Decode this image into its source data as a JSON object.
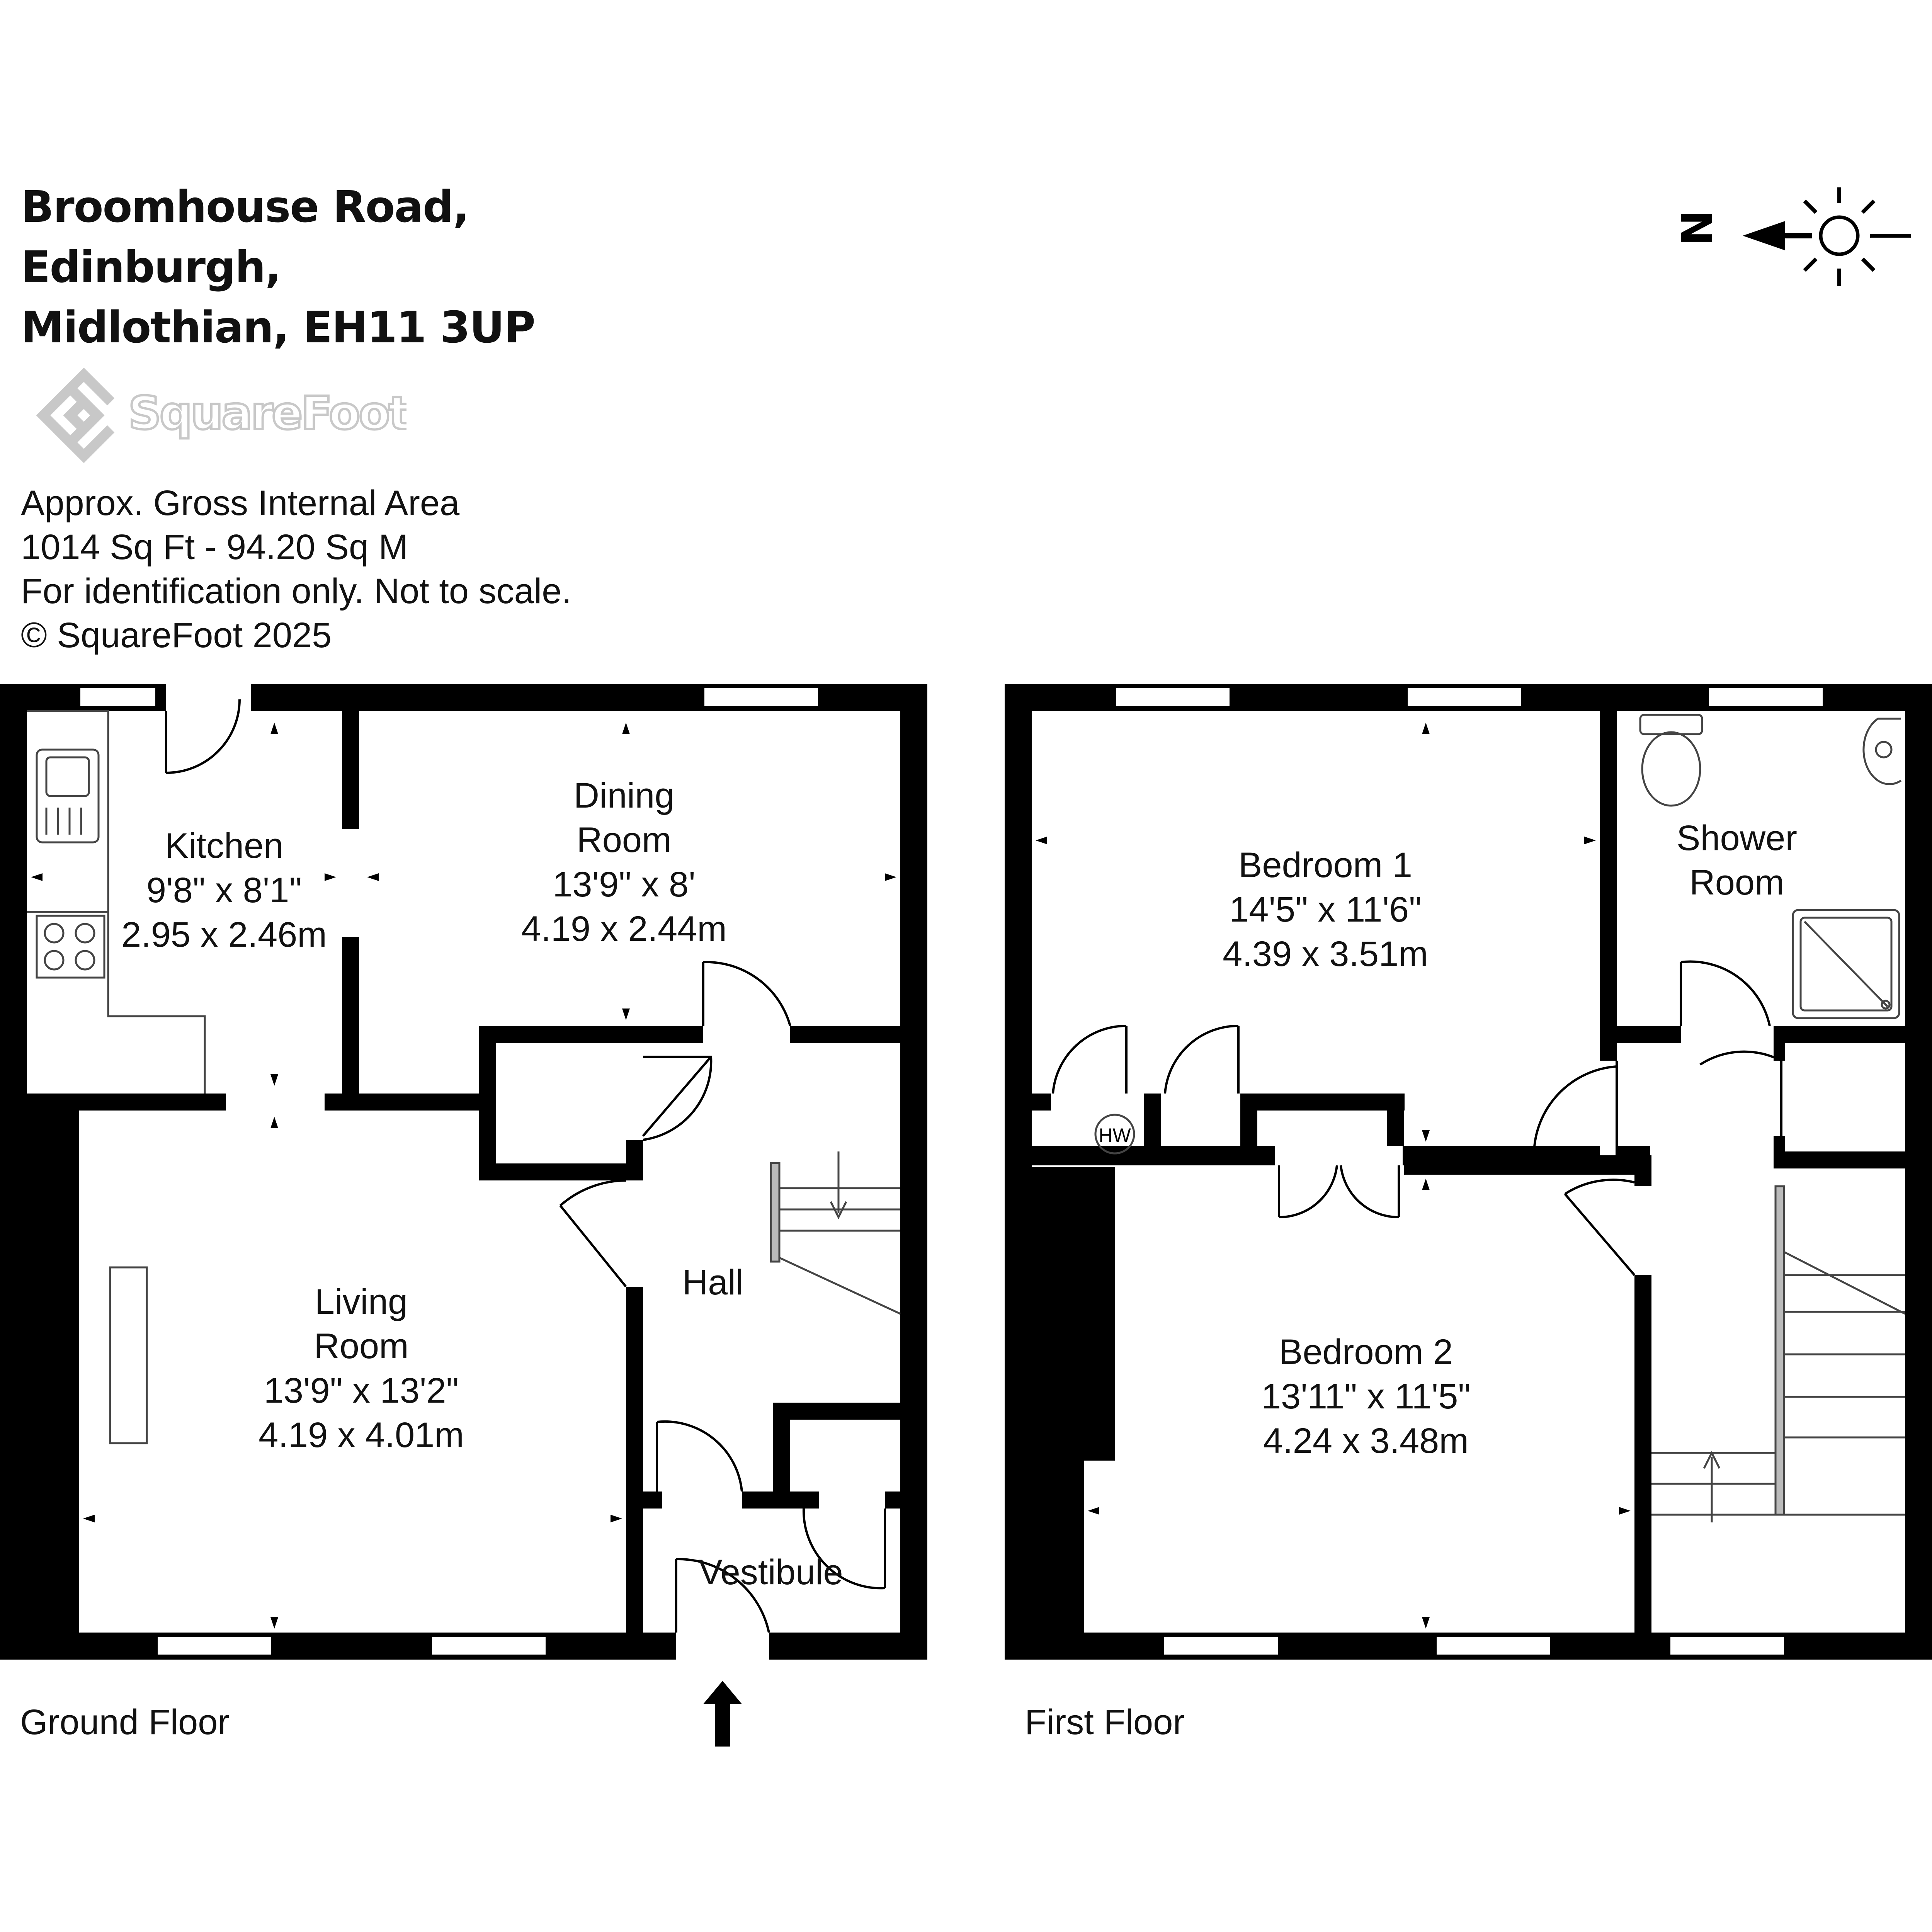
{
  "address": {
    "line1": "Broomhouse Road,",
    "line2": "Edinburgh,",
    "line3": "Midlothian, EH11 3UP"
  },
  "brand": {
    "name": "SquareFoot",
    "logo_icon": "squarefoot-diamond-logo"
  },
  "info": {
    "line1": "Approx. Gross Internal Area",
    "line2": "1014 Sq Ft  -  94.20 Sq M",
    "line3": "For identification only. Not to scale.",
    "line4": "© SquareFoot 2025"
  },
  "compass": {
    "letter": "N",
    "icon": "sun-north-arrow-icon"
  },
  "floors": {
    "ground": {
      "label": "Ground Floor"
    },
    "first": {
      "label": "First Floor"
    }
  },
  "rooms": {
    "kitchen": {
      "name": [
        "Kitchen"
      ],
      "imperial": "9'8\" x 8'1\"",
      "metric": "2.95 x 2.46m"
    },
    "dining": {
      "name": [
        "Dining",
        "Room"
      ],
      "imperial": "13'9\" x 8'",
      "metric": "4.19 x 2.44m"
    },
    "living": {
      "name": [
        "Living",
        "Room"
      ],
      "imperial": "13'9\" x 13'2\"",
      "metric": "4.19 x 4.01m"
    },
    "hall": {
      "name": [
        "Hall"
      ]
    },
    "vestibule": {
      "name": [
        "Vestibule"
      ]
    },
    "bedroom1": {
      "name": [
        "Bedroom 1"
      ],
      "imperial": "14'5\" x 11'6\"",
      "metric": "4.39 x 3.51m"
    },
    "bedroom2": {
      "name": [
        "Bedroom 2"
      ],
      "imperial": "13'11\" x 11'5\"",
      "metric": "4.24 x 3.48m"
    },
    "shower": {
      "name": [
        "Shower",
        "Room"
      ]
    },
    "hw": {
      "name": [
        "HW"
      ]
    }
  },
  "colors": {
    "wall": "#000000",
    "logo": "#c8c8c8",
    "fixture": "#444444"
  }
}
